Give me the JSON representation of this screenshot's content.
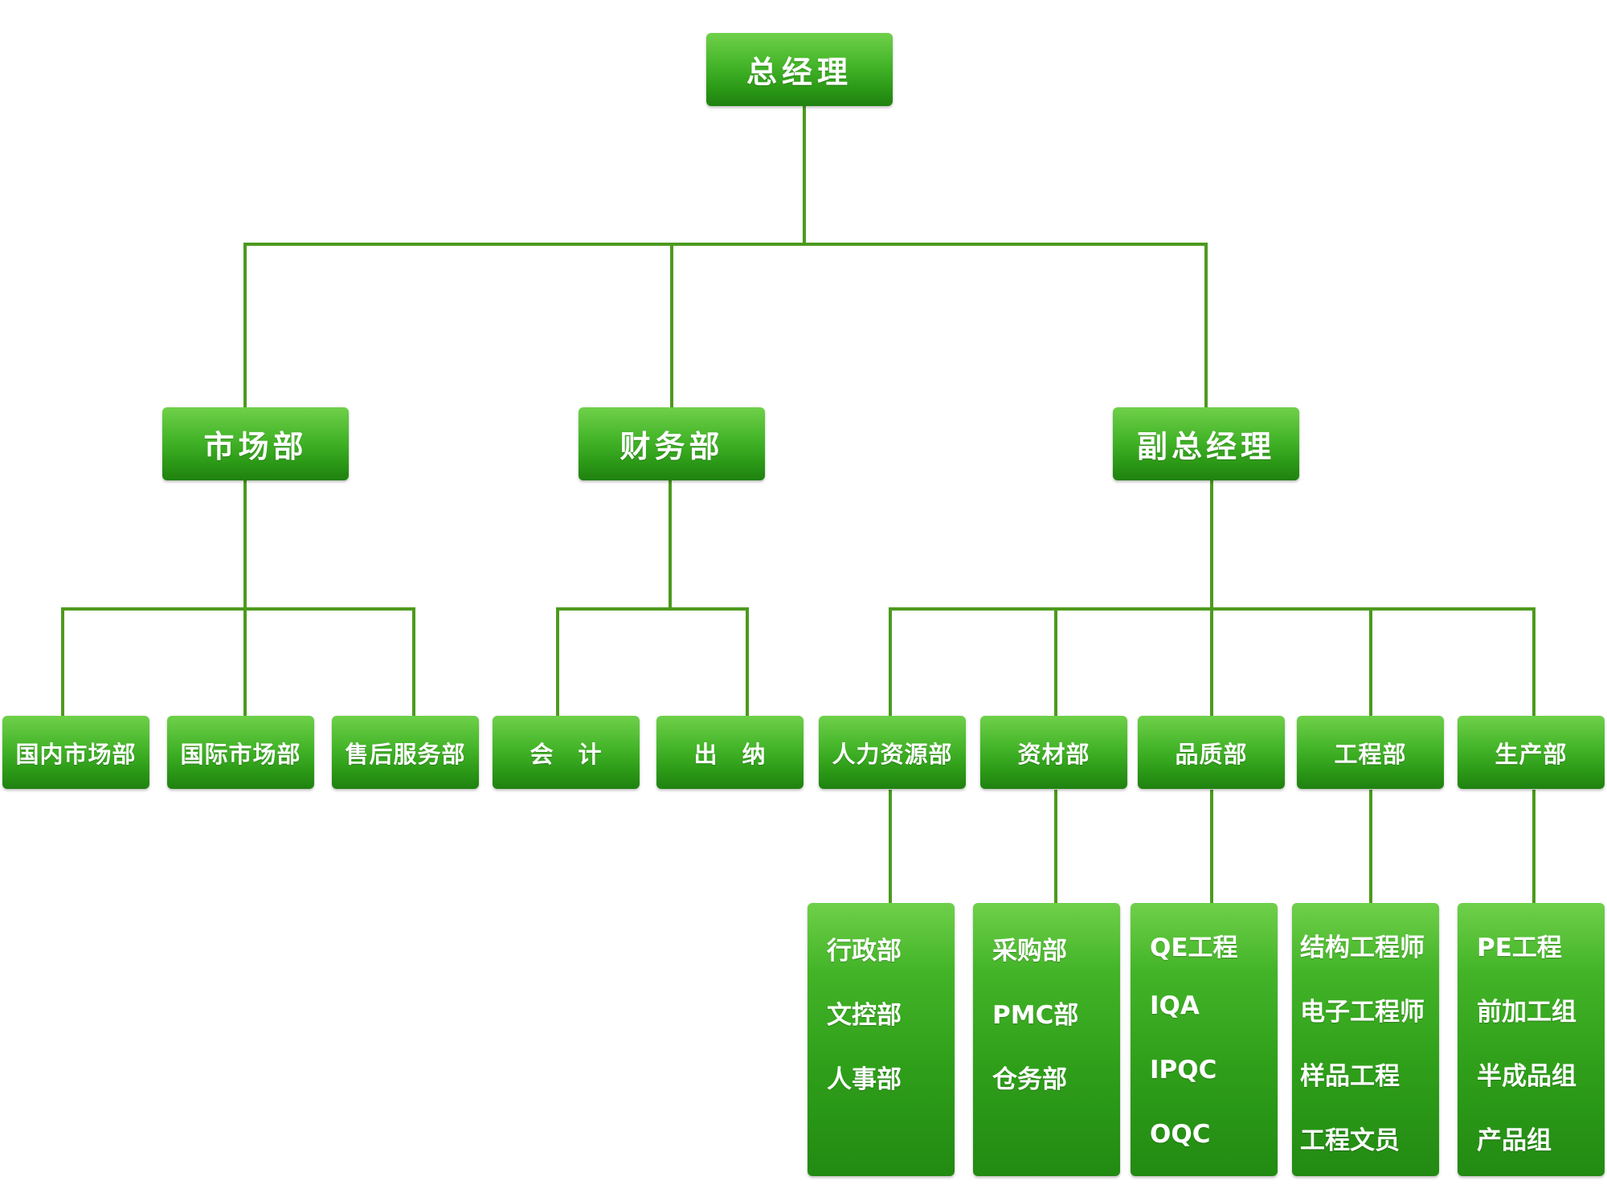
{
  "root": {
    "label": "总经理"
  },
  "level2": [
    {
      "label": "市场部"
    },
    {
      "label": "财务部"
    },
    {
      "label": "副总经理"
    }
  ],
  "level3": [
    {
      "label": "国内市场部"
    },
    {
      "label": "国际市场部"
    },
    {
      "label": "售后服务部"
    },
    {
      "label": "会　计"
    },
    {
      "label": "出　纳"
    },
    {
      "label": "人力资源部"
    },
    {
      "label": "资材部"
    },
    {
      "label": "品质部"
    },
    {
      "label": "工程部"
    },
    {
      "label": "生产部"
    }
  ],
  "level4": [
    {
      "items": [
        "行政部",
        "文控部",
        "人事部"
      ]
    },
    {
      "items": [
        "采购部",
        "PMC部",
        "仓务部"
      ]
    },
    {
      "items": [
        "QE工程",
        "IQA",
        "IPQC",
        "OQC"
      ]
    },
    {
      "items": [
        "结构工程师",
        "电子工程师",
        "样品工程",
        "工程文员"
      ]
    },
    {
      "items": [
        "PE工程",
        "前加工组",
        "半成品组",
        "产品组"
      ]
    }
  ],
  "colors": {
    "line": "#4c9a1e",
    "box_top": "#6fd04a",
    "box_bottom": "#1f8110",
    "text": "#ffffff"
  }
}
